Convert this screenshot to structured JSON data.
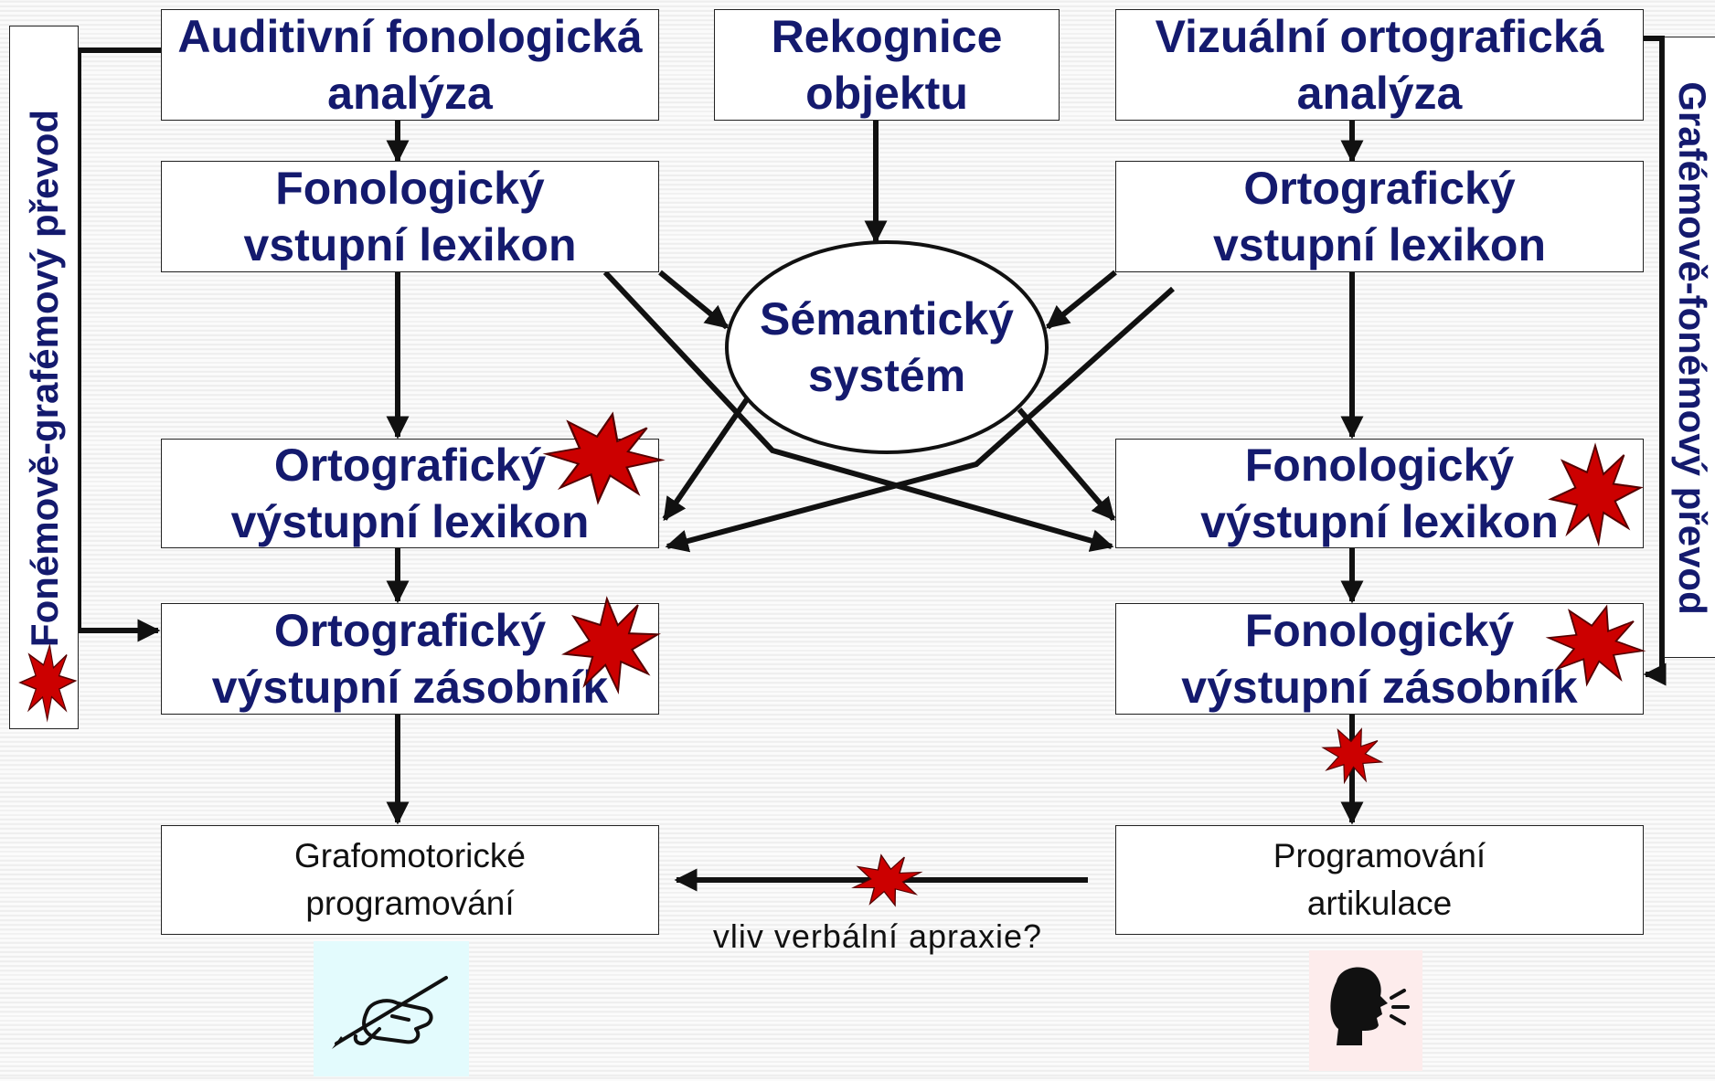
{
  "boxes": {
    "auditory": {
      "line1": "Auditivní fonologická",
      "line2": "analýza"
    },
    "object": {
      "line1": "Rekognice",
      "line2": "objektu"
    },
    "visual": {
      "line1": "Vizuální ortografická",
      "line2": "analýza"
    },
    "phon_input": {
      "line1": "Fonologický",
      "line2": "vstupní lexikon"
    },
    "orth_input": {
      "line1": "Ortografický",
      "line2": "vstupní lexikon"
    },
    "semantic": {
      "line1": "Sémantický",
      "line2": "systém"
    },
    "orth_output_lex": {
      "line1": "Ortografický",
      "line2": "výstupní lexikon"
    },
    "phon_output_lex": {
      "line1": "Fonologický",
      "line2": "výstupní lexikon"
    },
    "orth_output_buf": {
      "line1": "Ortografický",
      "line2": "výstupní zásobník"
    },
    "phon_output_buf": {
      "line1": "Fonologický",
      "line2": "výstupní zásobník"
    },
    "grapho": {
      "line1": "Grafomotorické",
      "line2": "programování"
    },
    "artic": {
      "line1": "Programování",
      "line2": "artikulace"
    }
  },
  "side_labels": {
    "left": "Fonémově-grafémový převod",
    "right": "Grafémově-fonémový převod"
  },
  "annotation": "vliv verbální apraxie?",
  "icons": {
    "writing": "writing-hand-icon",
    "speaking": "speaking-head-icon"
  },
  "colors": {
    "text": "#141a6e",
    "lesion": "#cc0000",
    "writing_bg": "#e3fbfd",
    "speaking_bg": "#fdecec"
  }
}
